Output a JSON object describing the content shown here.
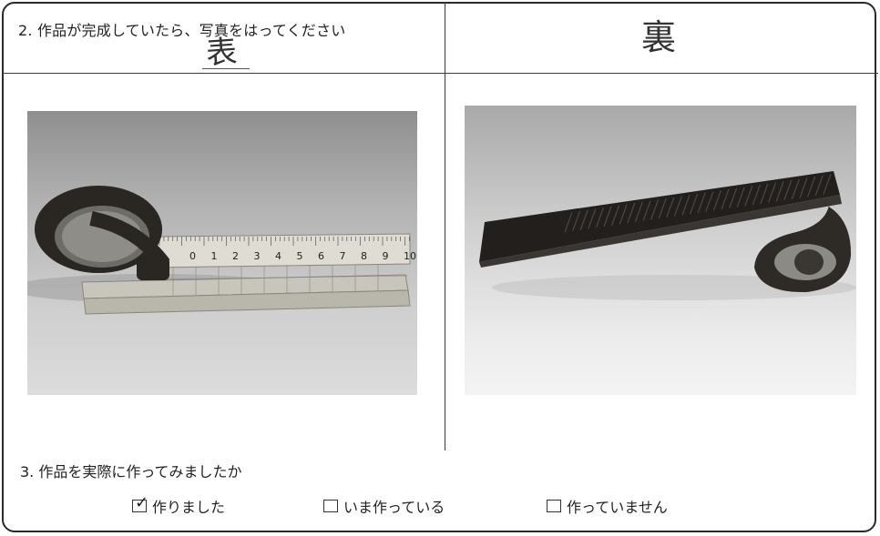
{
  "section2": {
    "heading": "2. 作品が完成していたら、写真をはってください",
    "front_label": "表",
    "back_label": "裏"
  },
  "section3": {
    "heading": "3. 作品を実際に作ってみましたか",
    "options": [
      {
        "label": "作りました",
        "checked": true
      },
      {
        "label": "いま作っている",
        "checked": false
      },
      {
        "label": "作っていません",
        "checked": false
      }
    ]
  },
  "ruler": {
    "numbers": [
      "0",
      "1",
      "2",
      "3",
      "4",
      "5",
      "6",
      "7",
      "8",
      "9",
      "10"
    ]
  },
  "colors": {
    "ink": "#222222",
    "object": "#2a2622"
  }
}
